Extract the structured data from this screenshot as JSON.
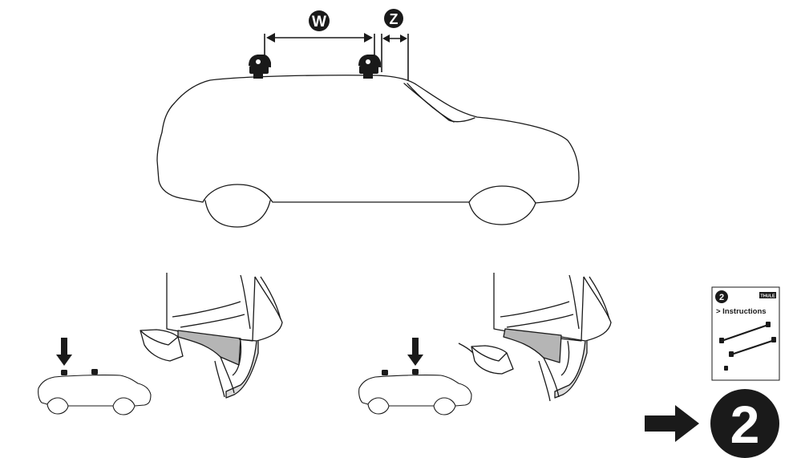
{
  "dimensions": {
    "w_label": "W",
    "z_label": "Z"
  },
  "manual": {
    "step_number": "2",
    "title": "> Instructions",
    "brand": "THULE"
  },
  "next_step": {
    "number": "2"
  },
  "colors": {
    "ink": "#1a1a1a",
    "grey_fill": "#b5b5b5",
    "light_grey": "#dcdcdc",
    "white": "#ffffff"
  }
}
